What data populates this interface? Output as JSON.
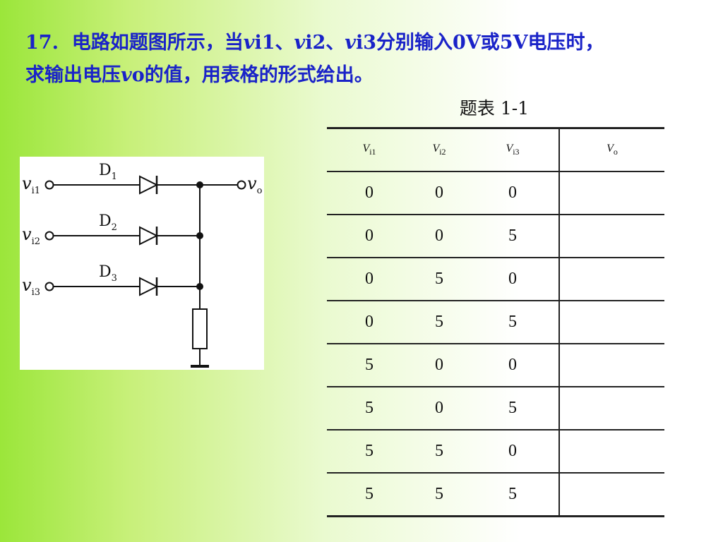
{
  "problem": {
    "number": "17.",
    "part1": "电路如题图所示，当",
    "vi1": "i1",
    "sep1": "、",
    "vi2": "i2",
    "sep2": "、",
    "vi3": "i3",
    "part2": "分别输入0V或5V电压时，",
    "part3": "求输出电压",
    "vo": "o",
    "part4": "的值，用表格的形式给出。",
    "v_letter": "v"
  },
  "table_caption": "题表 1-1",
  "table": {
    "headers": [
      {
        "main": "V",
        "sub": "i1"
      },
      {
        "main": "V",
        "sub": "i2"
      },
      {
        "main": "V",
        "sub": "i3"
      },
      {
        "main": "V",
        "sub": "o"
      }
    ],
    "rows": [
      [
        "0",
        "0",
        "0",
        ""
      ],
      [
        "0",
        "0",
        "5",
        ""
      ],
      [
        "0",
        "5",
        "0",
        ""
      ],
      [
        "0",
        "5",
        "5",
        ""
      ],
      [
        "5",
        "0",
        "0",
        ""
      ],
      [
        "5",
        "0",
        "5",
        ""
      ],
      [
        "5",
        "5",
        "0",
        ""
      ],
      [
        "5",
        "5",
        "5",
        ""
      ]
    ]
  },
  "circuit": {
    "inputs": [
      {
        "v": "v",
        "sub": "i1"
      },
      {
        "v": "v",
        "sub": "i2"
      },
      {
        "v": "v",
        "sub": "i3"
      }
    ],
    "diodes": [
      {
        "d": "D",
        "sub": "1"
      },
      {
        "d": "D",
        "sub": "2"
      },
      {
        "d": "D",
        "sub": "3"
      }
    ],
    "output": {
      "v": "v",
      "sub": "o"
    }
  },
  "colors": {
    "text_blue": "#1a23c8",
    "line": "#111111"
  }
}
